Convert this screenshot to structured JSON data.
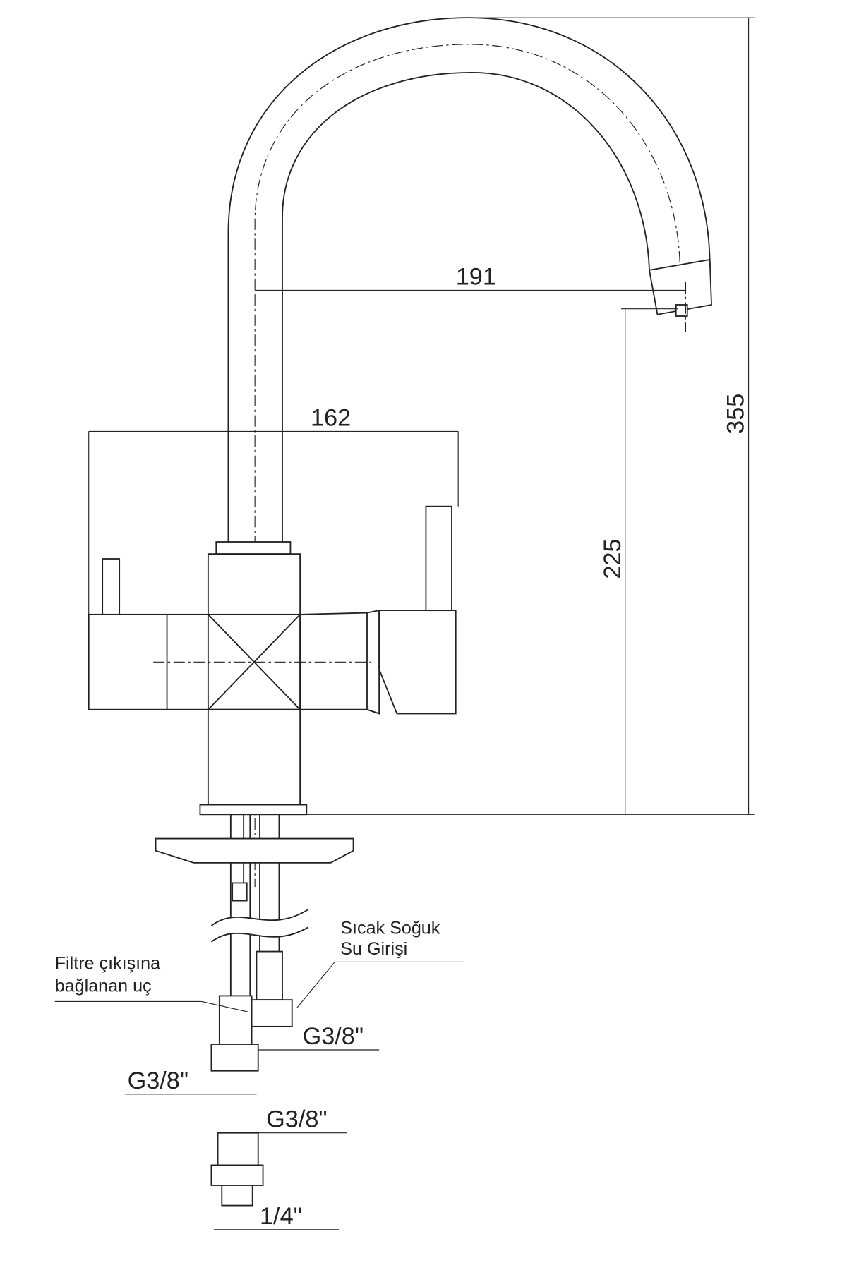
{
  "dimensions": {
    "spout_reach": "191",
    "body_width": "162",
    "total_height": "355",
    "spout_height": "225",
    "inlet_thread": "G3/8\"",
    "filter_thread": "G3/8\"",
    "adapter_thread": "G3/8\"",
    "adapter_outlet": "1/4\""
  },
  "labels": {
    "hot_cold_line1": "Sıcak Soğuk",
    "hot_cold_line2": "Su Girişi",
    "filter_line1": "Filtre çıkışına",
    "filter_line2": "bağlanan uç"
  }
}
